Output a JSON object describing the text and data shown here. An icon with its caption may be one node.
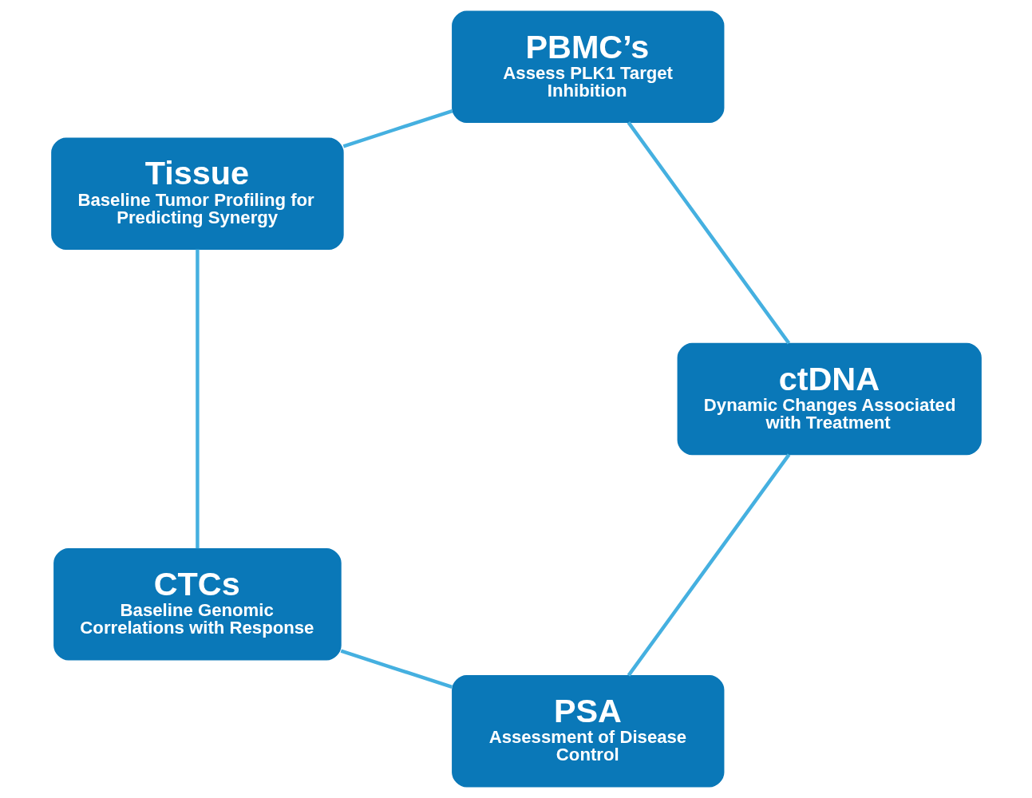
{
  "diagram": {
    "nodes": [
      {
        "text": [
          "PSA",
          "Assessment of Disease Control"
        ]
      },
      {
        "text": [
          "CTCs",
          "Baseline Genomic Correlations with Response"
        ]
      },
      {
        "text": [
          "Tissue",
          "Baseline Tumor Profiling for Predicting Synergy"
        ]
      },
      {
        "text": [
          "PBMC’s",
          "Assess PLK1 Target Inhibition"
        ]
      },
      {
        "text": [
          "ctDNA",
          "Dynamic Changes Associated with Treatment"
        ]
      }
    ],
    "edges": [
      {
        "from": 0,
        "to": 1,
        "arrow": "none"
      },
      {
        "from": 1,
        "to": 2,
        "arrow": "none"
      },
      {
        "from": 2,
        "to": 3,
        "arrow": "none"
      },
      {
        "from": 3,
        "to": 4,
        "arrow": "none"
      },
      {
        "from": 4,
        "to": 0,
        "arrow": "none"
      }
    ]
  }
}
